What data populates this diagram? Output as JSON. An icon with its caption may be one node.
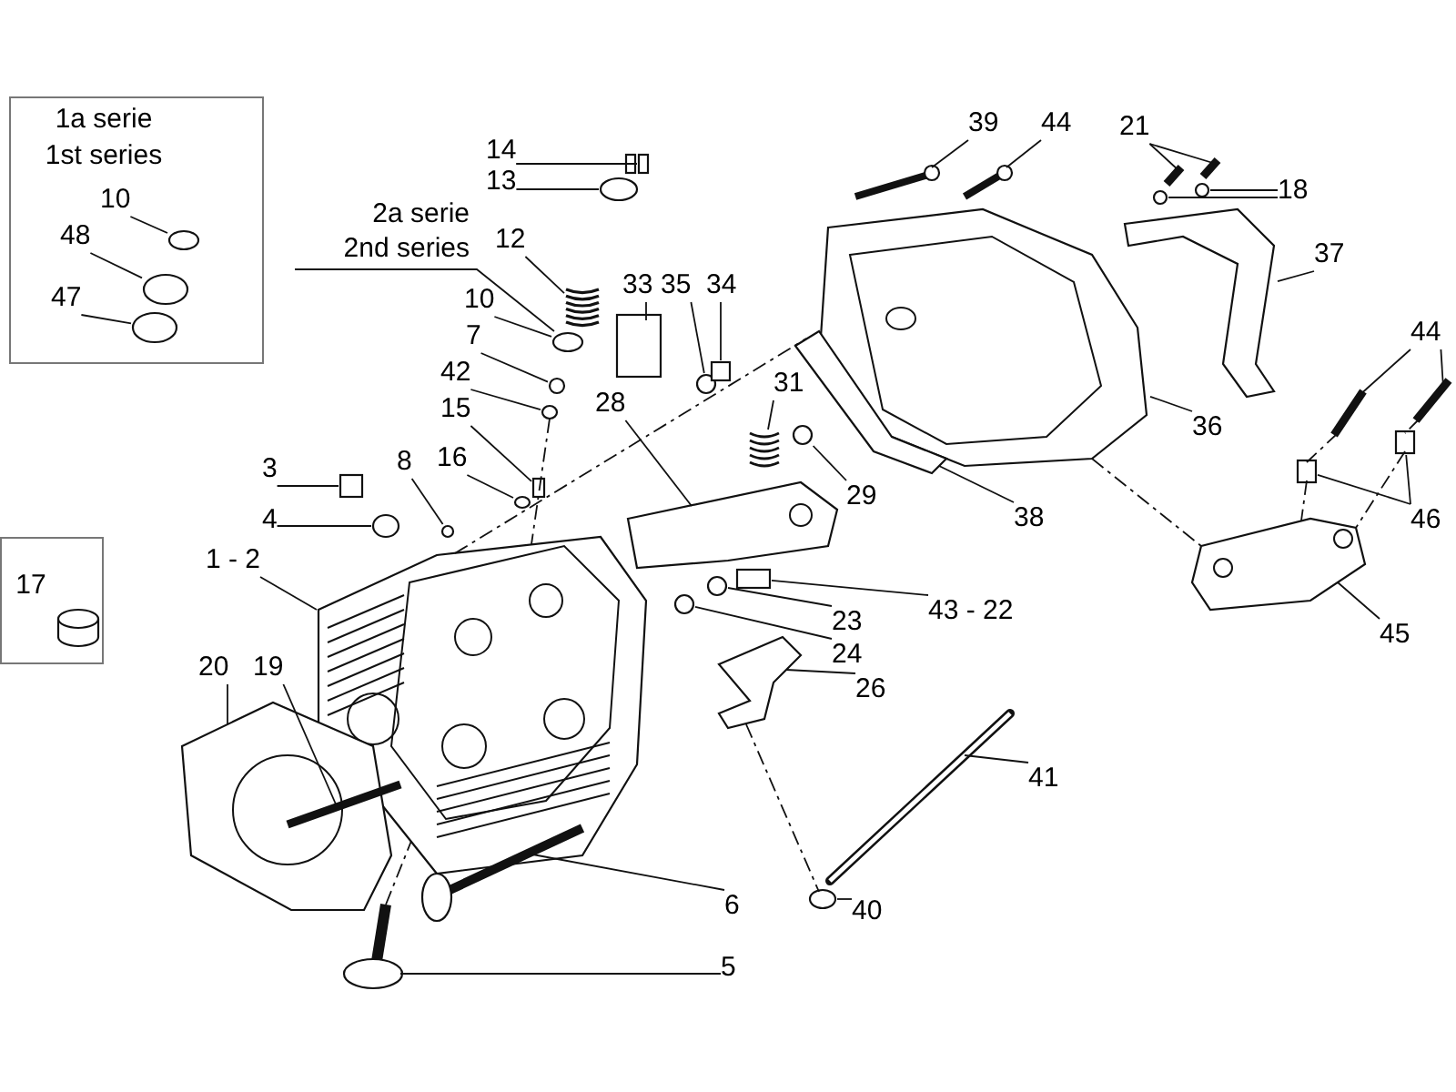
{
  "diagram": {
    "nodes": [
      {
        "text": [
          "1a serie",
          "1st series"
        ]
      },
      {
        "text": [
          "10"
        ],
        "in": 0
      },
      {
        "text": [
          "48"
        ],
        "in": 0
      },
      {
        "text": [
          "47"
        ],
        "in": 0
      },
      {
        "text": [
          "14"
        ]
      },
      {
        "text": [
          "13"
        ]
      },
      {
        "text": [
          "2a serie",
          "2nd series"
        ]
      },
      {
        "text": [
          "12"
        ]
      },
      {
        "text": [
          "10"
        ]
      },
      {
        "text": [
          "7"
        ]
      },
      {
        "text": [
          "42"
        ]
      },
      {
        "text": [
          "15"
        ]
      },
      {
        "text": [
          "16"
        ]
      },
      {
        "text": [
          "8"
        ]
      },
      {
        "text": [
          "3"
        ]
      },
      {
        "text": [
          "4"
        ]
      },
      {
        "text": [
          "1 - 2"
        ]
      },
      {
        "text": [
          "17"
        ]
      },
      {
        "text": [
          "20"
        ]
      },
      {
        "text": [
          "19"
        ]
      },
      {
        "text": [
          "33"
        ]
      },
      {
        "text": [
          "35"
        ]
      },
      {
        "text": [
          "34"
        ]
      },
      {
        "text": [
          "28"
        ]
      },
      {
        "text": [
          "31"
        ]
      },
      {
        "text": [
          "29"
        ]
      },
      {
        "text": [
          "39"
        ]
      },
      {
        "text": [
          "44"
        ]
      },
      {
        "text": [
          "21"
        ]
      },
      {
        "text": [
          "18"
        ]
      },
      {
        "text": [
          "37"
        ]
      },
      {
        "text": [
          "36"
        ]
      },
      {
        "text": [
          "38"
        ]
      },
      {
        "text": [
          "43 - 22"
        ]
      },
      {
        "text": [
          "23"
        ]
      },
      {
        "text": [
          "24"
        ]
      },
      {
        "text": [
          "26"
        ]
      },
      {
        "text": [
          "41"
        ]
      },
      {
        "text": [
          "40"
        ]
      },
      {
        "text": [
          "6"
        ]
      },
      {
        "text": [
          "5"
        ]
      },
      {
        "text": [
          "44"
        ]
      },
      {
        "text": [
          "46"
        ]
      },
      {
        "text": [
          "45"
        ]
      },
      {
        "text": [],
        "shape": "circle",
        "in": 0
      },
      {
        "text": [],
        "shape": "circle",
        "in": 0
      },
      {
        "text": [],
        "shape": "circle",
        "in": 0
      },
      {
        "text": [],
        "shape": "box"
      },
      {
        "text": [],
        "shape": "box"
      },
      {
        "text": [],
        "shape": "circle"
      },
      {
        "text": [],
        "shape": "circle"
      },
      {
        "text": [],
        "shape": "picture"
      },
      {
        "text": [],
        "shape": "circle"
      },
      {
        "text": [],
        "shape": "circle"
      },
      {
        "text": [],
        "shape": "box"
      },
      {
        "text": [],
        "shape": "circle"
      },
      {
        "text": [],
        "shape": "circle"
      },
      {
        "text": [],
        "shape": "box"
      },
      {
        "text": [],
        "shape": "circle"
      },
      {
        "text": [],
        "shape": "picture"
      },
      {
        "text": [],
        "shape": "picture"
      },
      {
        "text": [],
        "shape": "bar"
      },
      {
        "text": [],
        "shape": "box"
      },
      {
        "text": [],
        "shape": "circle"
      },
      {
        "text": [],
        "shape": "box"
      },
      {
        "text": [],
        "shape": "picture"
      },
      {
        "text": [],
        "shape": "picture"
      },
      {
        "text": [],
        "shape": "circle"
      },
      {
        "text": [],
        "shape": "picture"
      },
      {
        "text": [],
        "shape": "picture"
      },
      {
        "text": [],
        "shape": "bar"
      },
      {
        "text": [],
        "shape": "bar"
      },
      {
        "text": [],
        "shape": "circle"
      },
      {
        "text": [],
        "shape": "circle"
      },
      {
        "text": [],
        "shape": "picture"
      },
      {
        "text": [],
        "shape": "picture"
      },
      {
        "text": [],
        "shape": "picture"
      },
      {
        "text": [],
        "shape": "box"
      },
      {
        "text": [],
        "shape": "circle"
      },
      {
        "text": [],
        "shape": "circle"
      },
      {
        "text": [],
        "shape": "picture"
      },
      {
        "text": [],
        "shape": "picture"
      },
      {
        "text": [],
        "shape": "circle"
      },
      {
        "text": [],
        "shape": "picture"
      },
      {
        "text": [],
        "shape": "picture"
      },
      {
        "text": [],
        "shape": "bar"
      },
      {
        "text": [],
        "shape": "bar"
      },
      {
        "text": [],
        "shape": "box"
      },
      {
        "text": [],
        "shape": "box"
      },
      {
        "text": [],
        "shape": "picture"
      },
      {
        "text": [],
        "shape": "cylinder",
        "in": 17
      }
    ],
    "edges": [
      {
        "from": 1,
        "to": 44,
        "arrow": "none"
      },
      {
        "from": 2,
        "to": 45,
        "arrow": "none"
      },
      {
        "from": 3,
        "to": 46,
        "arrow": "none"
      },
      {
        "from": 4,
        "to": 47,
        "arrow": "none"
      },
      {
        "from": 4,
        "to": 48,
        "arrow": "none"
      },
      {
        "from": 5,
        "to": 49,
        "arrow": "none"
      },
      {
        "from": 6,
        "to": 50,
        "arrow": "none"
      },
      {
        "from": 7,
        "to": 51,
        "arrow": "none"
      },
      {
        "from": 8,
        "to": 50,
        "arrow": "none"
      },
      {
        "from": 9,
        "to": 52,
        "arrow": "none"
      },
      {
        "from": 10,
        "to": 53,
        "arrow": "none"
      },
      {
        "from": 11,
        "to": 54,
        "arrow": "none"
      },
      {
        "from": 12,
        "to": 55,
        "arrow": "none"
      },
      {
        "from": 13,
        "to": 56,
        "arrow": "none"
      },
      {
        "from": 14,
        "to": 57,
        "arrow": "none"
      },
      {
        "from": 15,
        "to": 58,
        "arrow": "none"
      },
      {
        "from": 16,
        "to": 59,
        "arrow": "none"
      },
      {
        "from": 18,
        "to": 60,
        "arrow": "none"
      },
      {
        "from": 19,
        "to": 61,
        "arrow": "none"
      },
      {
        "from": 20,
        "to": 62,
        "arrow": "none"
      },
      {
        "from": 21,
        "to": 63,
        "arrow": "none"
      },
      {
        "from": 22,
        "to": 64,
        "arrow": "none"
      },
      {
        "from": 23,
        "to": 65,
        "arrow": "none"
      },
      {
        "from": 24,
        "to": 66,
        "arrow": "none"
      },
      {
        "from": 25,
        "to": 67,
        "arrow": "none"
      },
      {
        "from": 26,
        "to": 68,
        "arrow": "none"
      },
      {
        "from": 27,
        "to": 69,
        "arrow": "none"
      },
      {
        "from": 28,
        "to": 70,
        "arrow": "none"
      },
      {
        "from": 28,
        "to": 71,
        "arrow": "none"
      },
      {
        "from": 29,
        "to": 72,
        "arrow": "none"
      },
      {
        "from": 29,
        "to": 73,
        "arrow": "none"
      },
      {
        "from": 30,
        "to": 74,
        "arrow": "none"
      },
      {
        "from": 31,
        "to": 75,
        "arrow": "none"
      },
      {
        "from": 32,
        "to": 76,
        "arrow": "none"
      },
      {
        "from": 33,
        "to": 77,
        "arrow": "none"
      },
      {
        "from": 34,
        "to": 78,
        "arrow": "none"
      },
      {
        "from": 35,
        "to": 79,
        "arrow": "none"
      },
      {
        "from": 36,
        "to": 80,
        "arrow": "none"
      },
      {
        "from": 37,
        "to": 81,
        "arrow": "none"
      },
      {
        "from": 38,
        "to": 82,
        "arrow": "none"
      },
      {
        "from": 39,
        "to": 83,
        "arrow": "none"
      },
      {
        "from": 40,
        "to": 84,
        "arrow": "none"
      },
      {
        "from": 41,
        "to": 85,
        "arrow": "none"
      },
      {
        "from": 41,
        "to": 86,
        "arrow": "none"
      },
      {
        "from": 42,
        "to": 87,
        "arrow": "none"
      },
      {
        "from": 42,
        "to": 88,
        "arrow": "none"
      },
      {
        "from": 43,
        "to": 89,
        "arrow": "none"
      },
      {
        "from": 53,
        "to": 59,
        "arrow": "none",
        "style": "dashed"
      },
      {
        "from": 59,
        "to": 76,
        "arrow": "none",
        "style": "dashed"
      },
      {
        "from": 84,
        "to": 59,
        "arrow": "none",
        "style": "dashed"
      },
      {
        "from": 75,
        "to": 89,
        "arrow": "none",
        "style": "dashed"
      },
      {
        "from": 85,
        "to": 87,
        "arrow": "none",
        "style": "dashed"
      },
      {
        "from": 87,
        "to": 89,
        "arrow": "none",
        "style": "dashed"
      },
      {
        "from": 86,
        "to": 88,
        "arrow": "none",
        "style": "dashed"
      },
      {
        "from": 88,
        "to": 89,
        "arrow": "none",
        "style": "dashed"
      },
      {
        "from": 80,
        "to": 82,
        "arrow": "none",
        "style": "dashed"
      }
    ]
  }
}
